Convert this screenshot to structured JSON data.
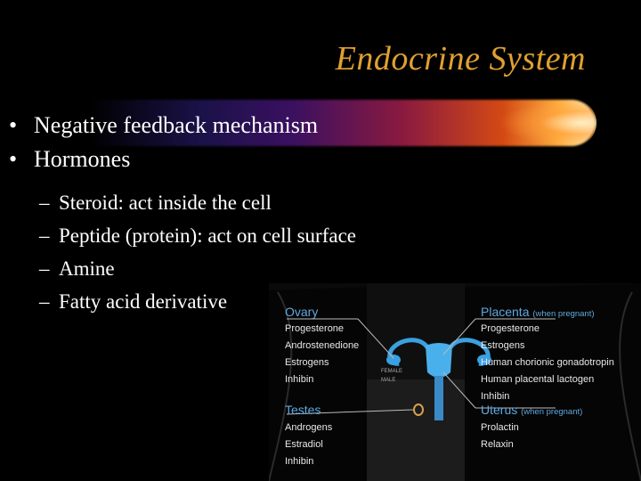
{
  "title": "Endocrine System",
  "bullets": [
    {
      "label": "Negative feedback mechanism"
    },
    {
      "label": "Hormones"
    }
  ],
  "bullet_glyph": "•",
  "sub_glyph": "–",
  "sub_items": [
    {
      "label": "Steroid: act inside the cell"
    },
    {
      "label": "Peptide (protein): act on cell surface"
    },
    {
      "label": "Amine"
    },
    {
      "label": "Fatty acid derivative"
    }
  ],
  "figure": {
    "ovary": {
      "name": "Ovary",
      "hormones": [
        "Progesterone",
        "Androstenedione",
        "Estrogens",
        "Inhibin"
      ]
    },
    "testes": {
      "name": "Testes",
      "hormones": [
        "Androgens",
        "Estradiol",
        "Inhibin"
      ]
    },
    "placenta": {
      "name": "Placenta",
      "qualifier": "(when pregnant)",
      "hormones": [
        "Progesterone",
        "Estrogens",
        "Human chorionic gonadotropin",
        "Human placental lactogen",
        "Inhibin"
      ]
    },
    "uterus": {
      "name": "Uterus",
      "qualifier": "(when pregnant)",
      "hormones": [
        "Prolactin",
        "Relaxin"
      ]
    },
    "female_label": "FEMALE",
    "male_label": "MALE"
  },
  "colors": {
    "title": "#e0a030",
    "label_blue": "#5fa8e0",
    "background": "#000000",
    "organ_blue": "#3aa0e0"
  }
}
